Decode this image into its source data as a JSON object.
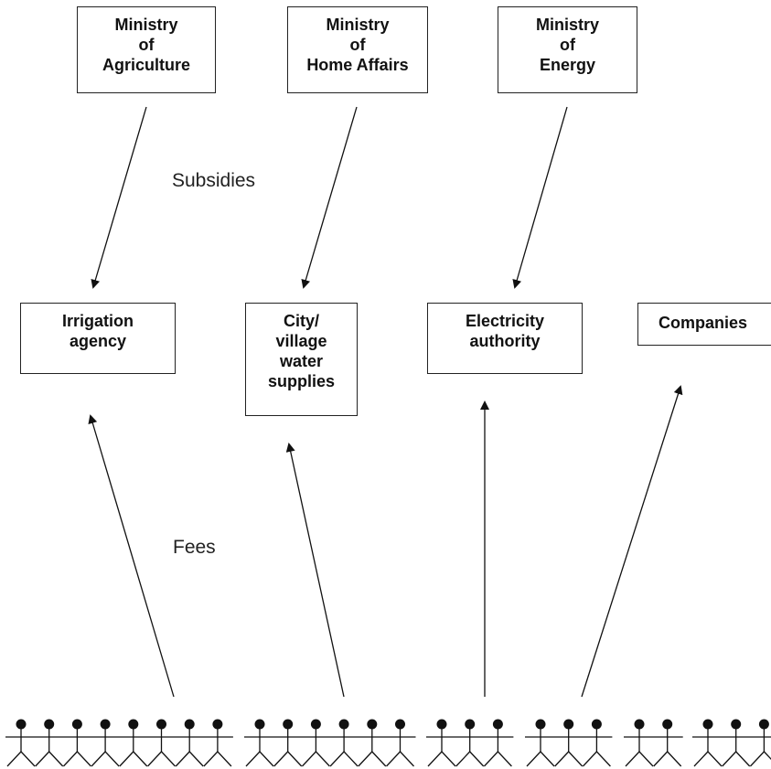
{
  "ministries": [
    {
      "label": "Ministry\nof\nAgriculture"
    },
    {
      "label": "Ministry\nof\nHome Affairs"
    },
    {
      "label": "Ministry\nof\nEnergy"
    }
  ],
  "agencies": [
    {
      "label": "Irrigation\nagency"
    },
    {
      "label": "City/\nvillage\nwater\nsupplies"
    },
    {
      "label": "Electricity\nauthority"
    },
    {
      "label": "Companies"
    }
  ],
  "flows": {
    "subsidies_label": "Subsidies",
    "fees_label": "Fees"
  },
  "user_groups": [
    {
      "people": 8
    },
    {
      "people": 6
    },
    {
      "people": 3
    },
    {
      "people": 3
    },
    {
      "people": 2
    },
    {
      "people": 3
    }
  ]
}
